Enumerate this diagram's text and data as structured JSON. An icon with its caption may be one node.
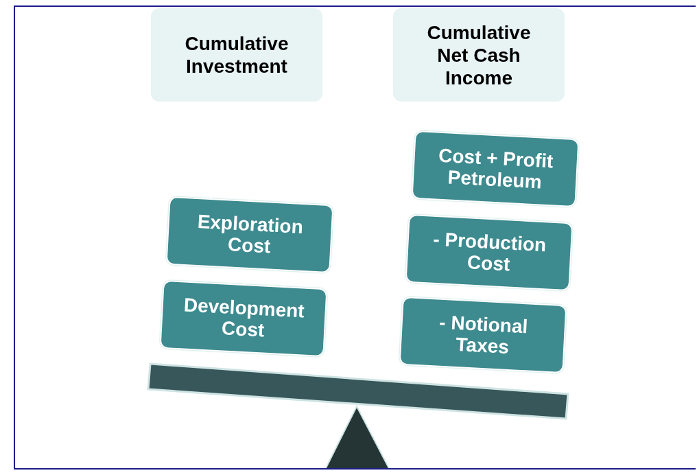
{
  "diagram": {
    "nodes": [
      {
        "text": [
          "Cumulative Investment"
        ]
      },
      {
        "text": [
          "Cumulative Net Cash Income"
        ]
      },
      {
        "text": [
          "Exploration Cost"
        ]
      },
      {
        "text": [
          "Development Cost"
        ]
      },
      {
        "text": [
          "Cost + Profit Petroleum"
        ]
      },
      {
        "text": [
          "- Production Cost"
        ]
      },
      {
        "text": [
          "- Notional Taxes"
        ]
      }
    ]
  }
}
